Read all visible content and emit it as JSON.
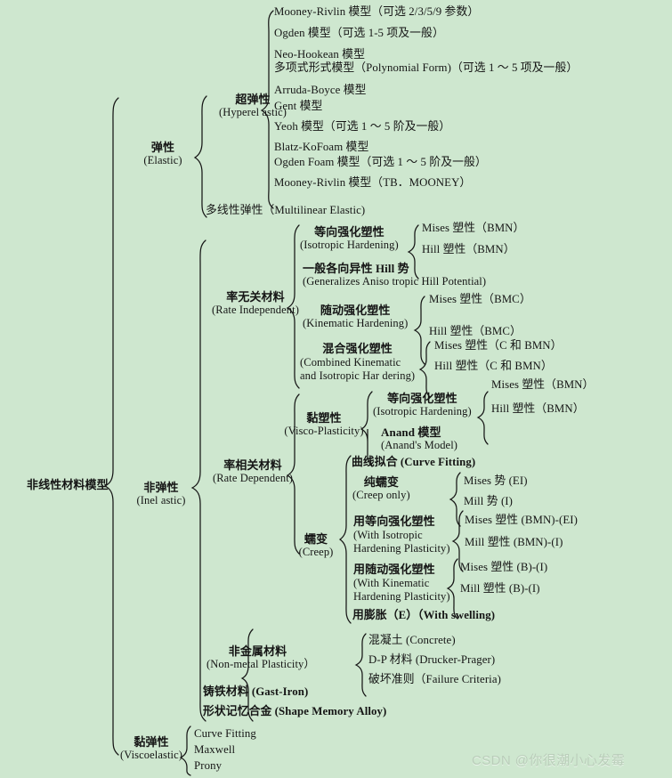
{
  "diagram": {
    "title": "非线性材料模型",
    "background_color": "#cee7cf",
    "text_color": "#151515",
    "watermark": "CSDN @你很潮小心发霉"
  },
  "root": {
    "cn": "非线性材料模型",
    "en": ""
  },
  "branches": {
    "elastic": {
      "cn": "弹性",
      "en": "(Elastic)"
    },
    "inelastic": {
      "cn": "非弹性",
      "en": "(Inel astic)"
    },
    "viscoelastic": {
      "cn": "黏弹性",
      "en": "(Viscoelastic)"
    }
  },
  "elastic": {
    "hyperelastic": {
      "cn": "超弹性",
      "en": "(Hyperel astic)"
    },
    "hyperelastic_items": [
      "Mooney-Rivlin 模型（可选 2/3/5/9 参数）",
      "Ogden 模型（可选 1-5 项及一般）",
      "Neo-Hookean 模型",
      "多项式形式模型（Polynomial Form)（可选 1 ～ 5 项及一般）",
      "Arruda-Boyce 模型",
      "Gent 模型",
      "Yeoh 模型（可选 1 ～ 5 阶及一般）",
      "Blatz-KoFoam 模型",
      "Ogden Foam 模型（可选 1 ～ 5 阶及一般）",
      "Mooney-Rivlin 模型（TB．MOONEY）"
    ],
    "multilinear": "多线性弹性（Multilinear Elastic)"
  },
  "rate_independent": {
    "cn": "率无关材料",
    "en": "(Rate Independent)",
    "children": [
      {
        "cn": "等向强化塑性",
        "en": "(Isotropic Hardening)",
        "leaves": [
          "Mises 塑性（BMN）",
          "Hill 塑性（BMN）"
        ]
      },
      {
        "cn": "一般各向异性 Hill 势",
        "en": "(Generalizes Aniso tropic Hill Potential)",
        "leaves": []
      },
      {
        "cn": "随动强化塑性",
        "en": "(Kinematic Hardening)",
        "leaves": [
          "Mises 塑性（BMC）",
          "Hill 塑性（BMC）"
        ]
      },
      {
        "cn": "混合强化塑性",
        "en": "(Combined Kinematic",
        "en2": "and Isotropic Har dering)",
        "leaves": [
          "Mises 塑性（C 和 BMN）",
          "Hill 塑性（C 和 BMN）"
        ]
      }
    ]
  },
  "rate_dependent": {
    "cn": "率相关材料",
    "en": "(Rate Dependent)",
    "viscoplasticity": {
      "cn": "黏塑性",
      "en": "(Visco-Plasticity)",
      "children": [
        {
          "cn": "等向强化塑性",
          "en": "(Isotropic Hardening)",
          "leaves": [
            "Mises 塑性（BMN）",
            "Hill 塑性（BMN）"
          ]
        },
        {
          "cn": "Anand 模型",
          "en": "(Anand's Model)",
          "leaves": []
        }
      ]
    },
    "creep": {
      "cn": "蠕变",
      "en": "(Creep)",
      "children": [
        {
          "cn": "曲线拟合 (Curve Fitting)",
          "en": "",
          "leaves": []
        },
        {
          "cn": "纯蠕变",
          "en": "(Creep only)",
          "leaves": [
            "Mises 势 (EI)",
            "Mill 势 (I)"
          ]
        },
        {
          "cn": "用等向强化塑性",
          "en": "(With Isotropic",
          "en2": "Hardening Plasticity)",
          "leaves": [
            "Mises 塑性 (BMN)-(EI)",
            "Mill 塑性 (BMN)-(I)"
          ]
        },
        {
          "cn": "用随动强化塑性",
          "en": "(With Kinematic",
          "en2": "Hardening Plasticity)",
          "leaves": [
            "Mises 塑性 (B)-(I)",
            "Mill 塑性 (B)-(I)"
          ]
        },
        {
          "cn": "用膨胀（E）（With swelling)",
          "en": "",
          "leaves": []
        }
      ]
    }
  },
  "other_inelastic": {
    "nonmetal": {
      "cn": "非金属材料",
      "en": "(Non-metal Plasticity）",
      "leaves": [
        "混凝土 (Concrete)",
        "D-P 材料 (Drucker-Prager)",
        "破坏准则（Failure Criteria)"
      ]
    },
    "cast_iron": "铸铁材料 (Gast-Iron)",
    "shape_memory": "形状记忆合金 (Shape Memory Alloy)"
  },
  "viscoelastic_items": [
    "Curve Fitting",
    "Maxwell",
    "Prony"
  ]
}
